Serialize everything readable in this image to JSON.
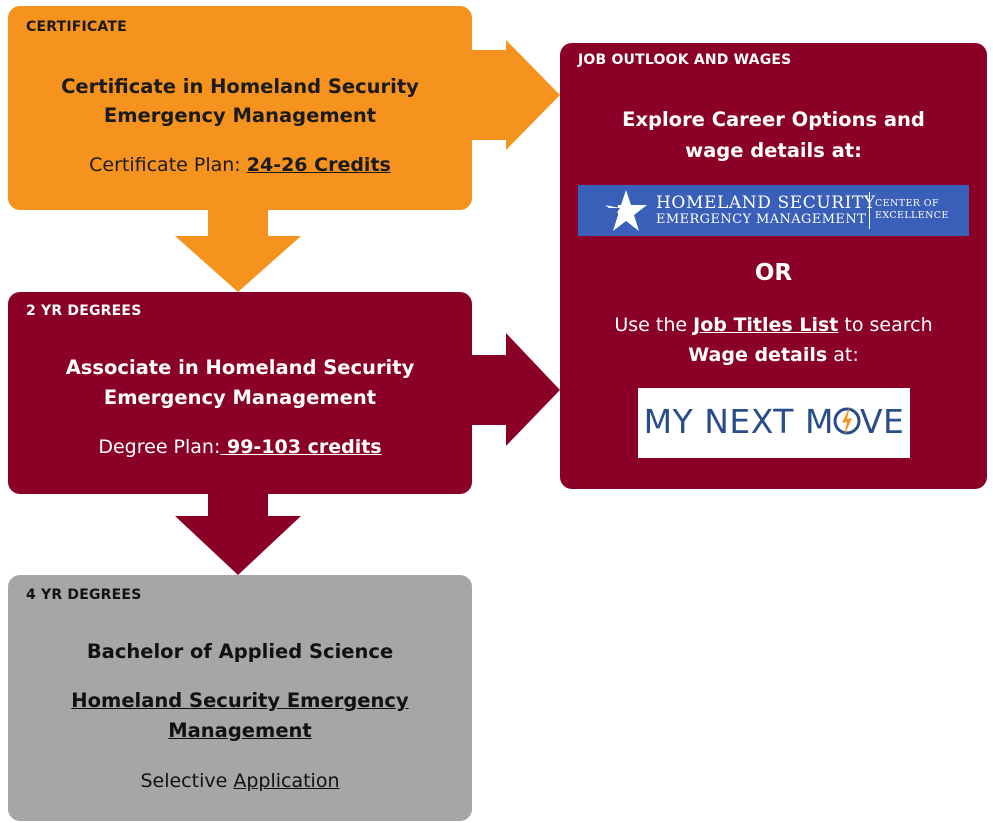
{
  "certificate": {
    "tag": "CERTIFICATE",
    "title_line1": "Certificate in Homeland Security",
    "title_line2": "Emergency Management",
    "plan_label": "Certificate Plan: ",
    "plan_link": "24-26 Credits"
  },
  "associate": {
    "tag": "2 YR DEGREES",
    "title_line1": "Associate in Homeland Security",
    "title_line2": "Emergency Management",
    "plan_label": "Degree Plan:",
    "plan_link": " 99-103 credits"
  },
  "bachelor": {
    "tag": "4 YR DEGREES",
    "title": "Bachelor of Applied Science",
    "program_line1": "Homeland Security Emergency",
    "program_line2": "Management",
    "selective": "Selective ",
    "application_link": "Application"
  },
  "jobs": {
    "tag": "JOB OUTLOOK AND WAGES",
    "heading_line1": "Explore Career Options and",
    "heading_line2": "wage details at:",
    "hsem_logo": {
      "line1": "HOMELAND SECURITY",
      "line2": "EMERGENCY MANAGEMENT",
      "right1": "CENTER OF",
      "right2": "EXCELLENCE"
    },
    "or": "OR",
    "use_the": "Use the ",
    "job_titles_link": "Job Titles List",
    "to_search": " to search",
    "wage_details": "Wage details",
    "at": " at:",
    "mnm_logo": {
      "left": "MY NEXT M",
      "right": "VE"
    }
  },
  "colors": {
    "certificate": "#f6921e",
    "degree": "#8a0027",
    "bachelor": "#a6a6a6",
    "hsem_logo_bg": "#3a5fb8"
  }
}
